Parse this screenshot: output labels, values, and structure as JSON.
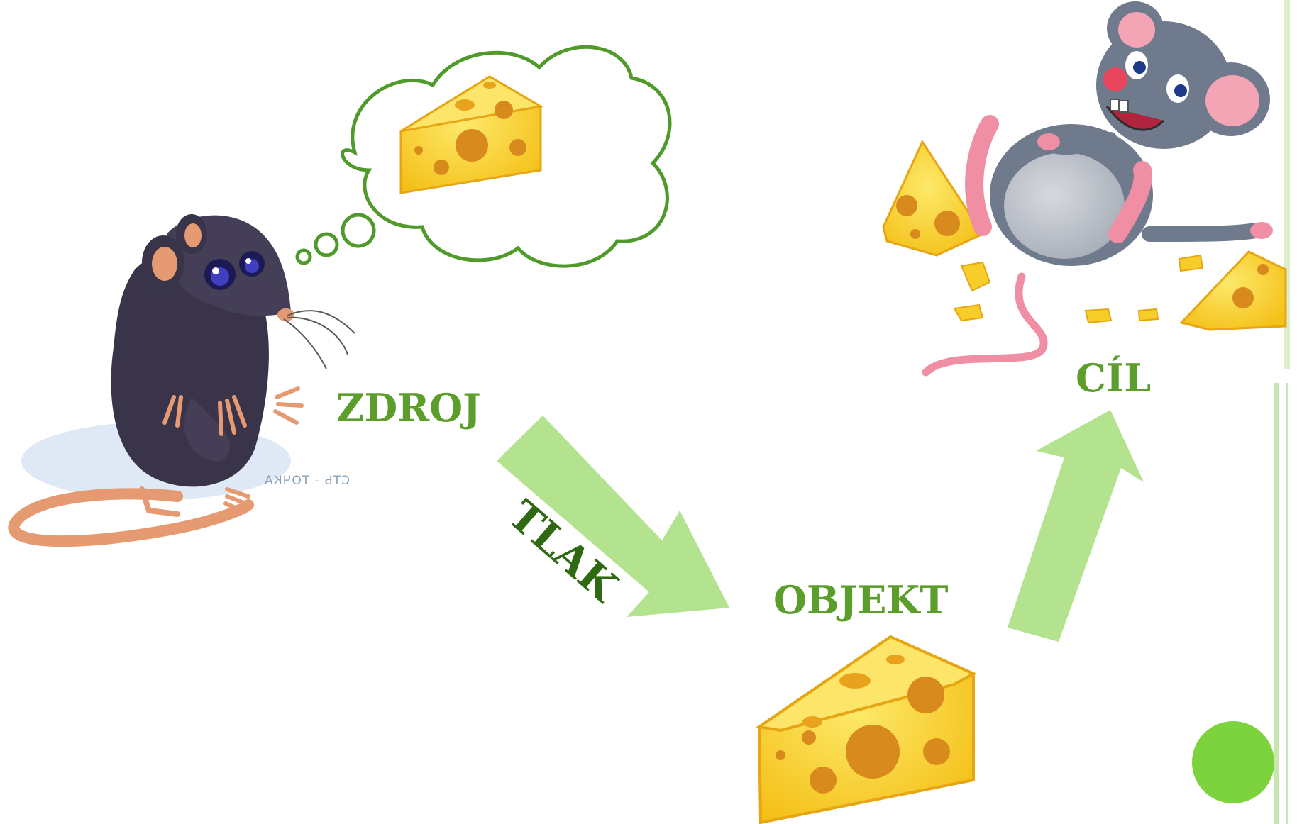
{
  "diagram": {
    "labels": {
      "source": "ZDROJ",
      "pressure": "TLAK",
      "object": "OBJEKT",
      "goal": "CÍL"
    },
    "watermark": "СТЬ - ТОЧКА",
    "nodes": [
      {
        "id": "source",
        "image": "hungry-rat-dreaming-of-cheese"
      },
      {
        "id": "object",
        "image": "cheese-wedge"
      },
      {
        "id": "goal",
        "image": "happy-full-mouse-with-cheese"
      }
    ],
    "edges": [
      {
        "from": "source",
        "to": "object",
        "label": "TLAK"
      },
      {
        "from": "object",
        "to": "goal"
      }
    ]
  },
  "colors": {
    "label_green": "#5c9e2b",
    "arrow_green": "#b3e38e",
    "accent_circle": "#7cd33e",
    "side_rule": "#c9e6b0",
    "thought_bubble": "#4f9a2a",
    "cheese": "#f7cd2a",
    "rat_fur": "#39344a",
    "mouse_fur": "#6f7a8d"
  }
}
